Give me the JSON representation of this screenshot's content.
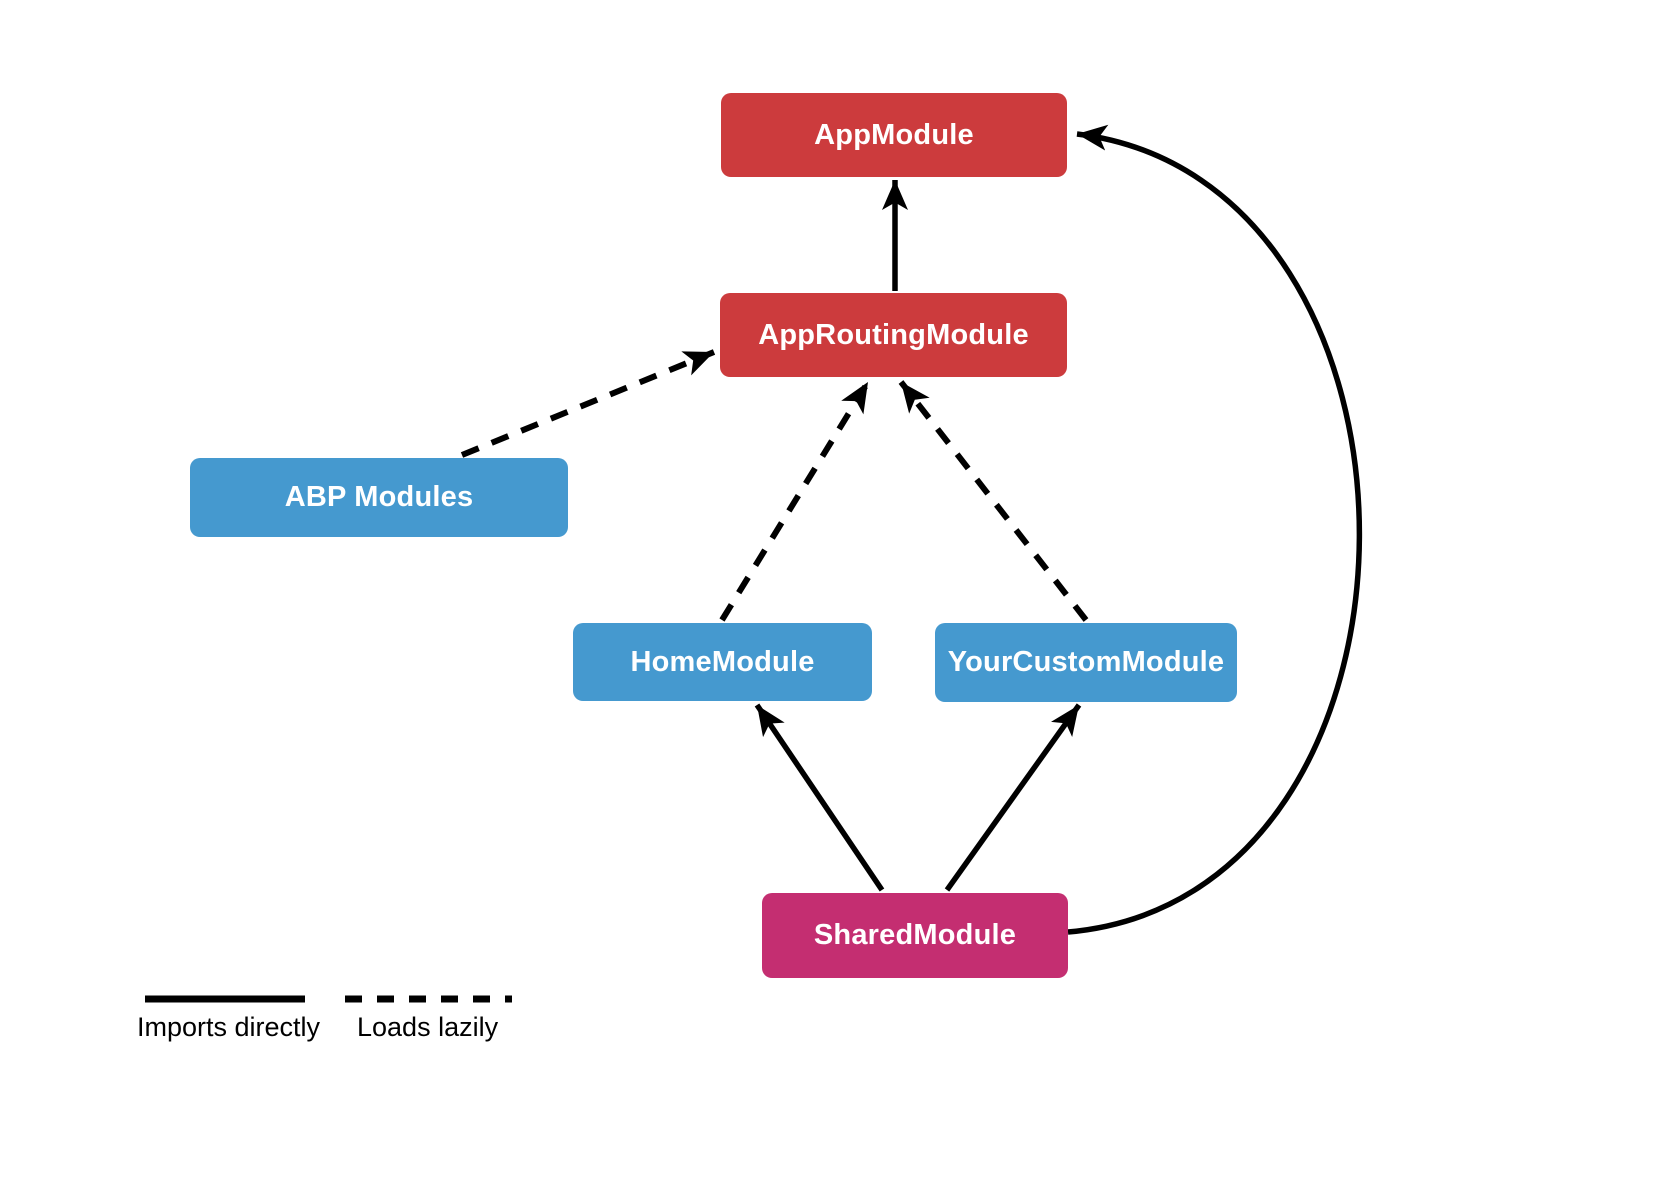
{
  "diagram": {
    "type": "module-dependency-graph",
    "nodes": [
      {
        "id": "app-module",
        "label": "AppModule",
        "color": "#cc3b3d"
      },
      {
        "id": "app-routing-module",
        "label": "AppRoutingModule",
        "color": "#cc3b3d"
      },
      {
        "id": "abp-modules",
        "label": "ABP Modules",
        "color": "#4599cf"
      },
      {
        "id": "home-module",
        "label": "HomeModule",
        "color": "#4599cf"
      },
      {
        "id": "your-custom-module",
        "label": "YourCustomModule",
        "color": "#4599cf"
      },
      {
        "id": "shared-module",
        "label": "SharedModule",
        "color": "#c42e71"
      }
    ],
    "edges": [
      {
        "from": "app-routing-module",
        "to": "app-module",
        "style": "solid",
        "meaning": "Imports directly"
      },
      {
        "from": "abp-modules",
        "to": "app-routing-module",
        "style": "dashed",
        "meaning": "Loads lazily"
      },
      {
        "from": "home-module",
        "to": "app-routing-module",
        "style": "dashed",
        "meaning": "Loads lazily"
      },
      {
        "from": "your-custom-module",
        "to": "app-routing-module",
        "style": "dashed",
        "meaning": "Loads lazily"
      },
      {
        "from": "shared-module",
        "to": "home-module",
        "style": "solid",
        "meaning": "Imports directly"
      },
      {
        "from": "shared-module",
        "to": "your-custom-module",
        "style": "solid",
        "meaning": "Imports directly"
      },
      {
        "from": "shared-module",
        "to": "app-module",
        "style": "solid",
        "meaning": "Imports directly",
        "shape": "curved-right"
      }
    ],
    "legend": [
      {
        "line": "solid",
        "label": "Imports directly"
      },
      {
        "line": "dashed",
        "label": "Loads lazily"
      }
    ],
    "colors": {
      "node_red": "#cc3b3d",
      "node_blue": "#4599cf",
      "node_magenta": "#c42e71",
      "arrow": "#000000",
      "node_text": "#ffffff",
      "background": "#ffffff"
    }
  }
}
